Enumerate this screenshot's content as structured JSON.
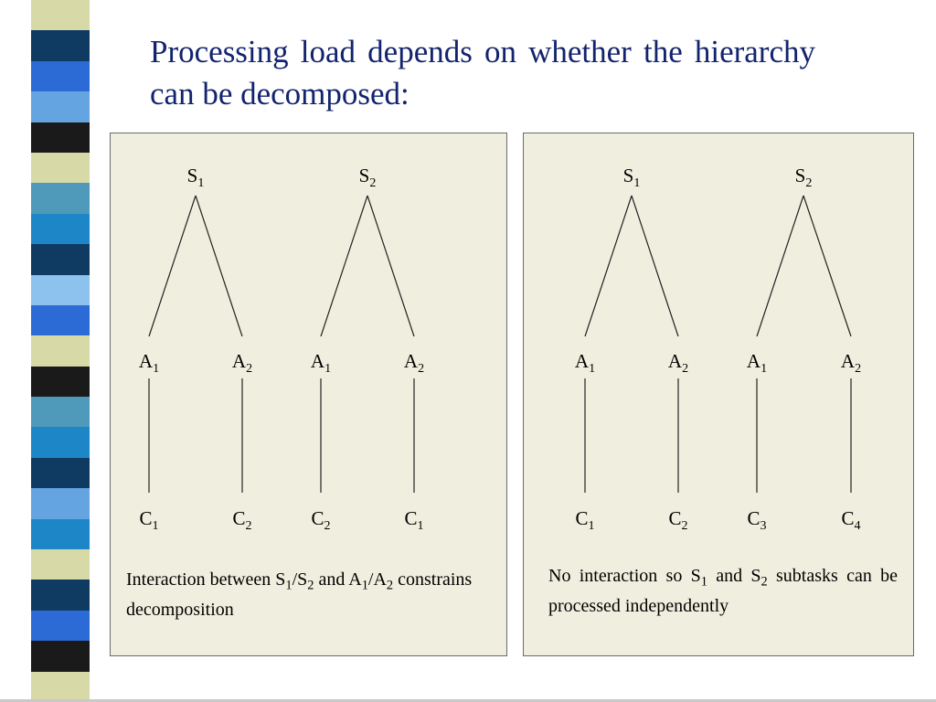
{
  "slide": {
    "title": "Processing load depends on whether the hierarchy can be decomposed:",
    "stripe_colors": [
      "#d7d9a7",
      "#0f3b63",
      "#2c6bd6",
      "#64a4e0",
      "#1a1a1a",
      "#d7d9a7",
      "#4f9aba",
      "#1d86c7",
      "#0f3b63",
      "#8dc2ee",
      "#2c6bd6",
      "#d7d9a7",
      "#1a1a1a",
      "#4f9aba",
      "#1d86c7",
      "#0f3b63",
      "#64a4e0",
      "#1d86c7",
      "#d7d9a7",
      "#0f3b63",
      "#2c6bd6",
      "#1a1a1a",
      "#d7d9a7"
    ]
  },
  "left_panel": {
    "roots": [
      {
        "base": "S",
        "sub": "1",
        "children": [
          {
            "base": "A",
            "sub": "1",
            "leaf_base": "C",
            "leaf_sub": "1"
          },
          {
            "base": "A",
            "sub": "2",
            "leaf_base": "C",
            "leaf_sub": "2"
          }
        ]
      },
      {
        "base": "S",
        "sub": "2",
        "children": [
          {
            "base": "A",
            "sub": "1",
            "leaf_base": "C",
            "leaf_sub": "2"
          },
          {
            "base": "A",
            "sub": "2",
            "leaf_base": "C",
            "leaf_sub": "1"
          }
        ]
      }
    ],
    "caption": [
      {
        "t": "Interaction between "
      },
      {
        "t": "S"
      },
      {
        "sub": "1"
      },
      {
        "t": "/S"
      },
      {
        "sub": "2"
      },
      {
        "t": " and "
      },
      {
        "t": "A"
      },
      {
        "sub": "1"
      },
      {
        "t": "/A"
      },
      {
        "sub": "2"
      },
      {
        "t": " constrains decomposition"
      }
    ]
  },
  "right_panel": {
    "roots": [
      {
        "base": "S",
        "sub": "1",
        "children": [
          {
            "base": "A",
            "sub": "1",
            "leaf_base": "C",
            "leaf_sub": "1"
          },
          {
            "base": "A",
            "sub": "2",
            "leaf_base": "C",
            "leaf_sub": "2"
          }
        ]
      },
      {
        "base": "S",
        "sub": "2",
        "children": [
          {
            "base": "A",
            "sub": "1",
            "leaf_base": "C",
            "leaf_sub": "3"
          },
          {
            "base": "A",
            "sub": "2",
            "leaf_base": "C",
            "leaf_sub": "4"
          }
        ]
      }
    ],
    "caption": [
      {
        "t": "No interaction so "
      },
      {
        "t": "S"
      },
      {
        "sub": "1"
      },
      {
        "t": " and "
      },
      {
        "t": "S"
      },
      {
        "sub": "2"
      },
      {
        "t": " subtasks can be processed independently"
      }
    ]
  }
}
